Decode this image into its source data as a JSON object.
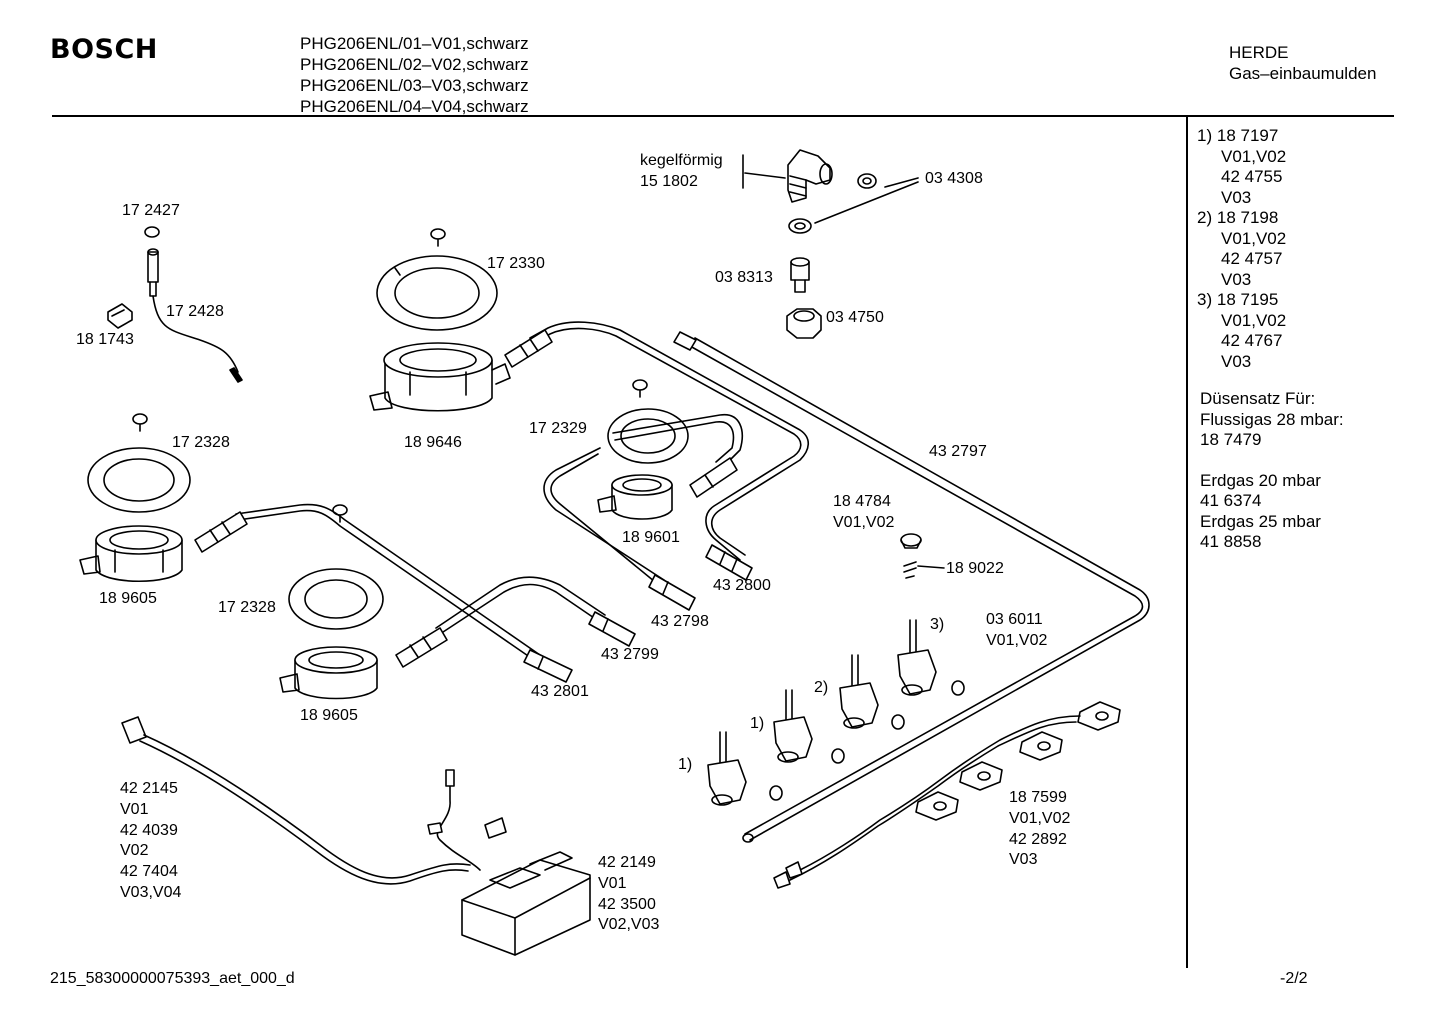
{
  "header": {
    "brand": "BOSCH",
    "models": [
      "PHG206ENL/01–V01,schwarz",
      "PHG206ENL/02–V02,schwarz",
      "PHG206ENL/03–V03,schwarz",
      "PHG206ENL/04–V04,schwarz"
    ],
    "category": "HERDE",
    "subcategory": "Gas–einbaumulden"
  },
  "legend": {
    "variants": [
      {
        "mark": "1)",
        "part": "18 7197",
        "v1": "V01,V02",
        "part2": "42 4755",
        "v2": "V03"
      },
      {
        "mark": "2)",
        "part": "18 7198",
        "v1": "V01,V02",
        "part2": "42 4757",
        "v2": "V03"
      },
      {
        "mark": "3)",
        "part": "18 7195",
        "v1": "V01,V02",
        "part2": "42 4767",
        "v2": "V03"
      }
    ],
    "nozzle_title": "Düsensatz Für:",
    "flussigas": "Flussigas 28 mbar:",
    "flussigas_part": "18 7479",
    "erdgas20": "Erdgas 20 mbar",
    "erdgas20_part": "41 6374",
    "erdgas25": "Erdgas 25 mbar",
    "erdgas25_part": "41 8858"
  },
  "parts": [
    {
      "id": "p1",
      "lines": [
        "kegelförmig",
        "15 1802"
      ]
    },
    {
      "id": "p2",
      "lines": [
        "03 4308"
      ]
    },
    {
      "id": "p3",
      "lines": [
        "03 8313"
      ]
    },
    {
      "id": "p4",
      "lines": [
        "03 4750"
      ]
    },
    {
      "id": "p5",
      "lines": [
        "17 2427"
      ]
    },
    {
      "id": "p6",
      "lines": [
        "17 2428"
      ]
    },
    {
      "id": "p7",
      "lines": [
        "18 1743"
      ]
    },
    {
      "id": "p8",
      "lines": [
        "17 2330"
      ]
    },
    {
      "id": "p9",
      "lines": [
        "18 9646"
      ]
    },
    {
      "id": "p10",
      "lines": [
        "17 2328"
      ]
    },
    {
      "id": "p11",
      "lines": [
        "18 9605"
      ]
    },
    {
      "id": "p12",
      "lines": [
        "17 2329"
      ]
    },
    {
      "id": "p13",
      "lines": [
        "18 9601"
      ]
    },
    {
      "id": "p14",
      "lines": [
        "43 2797"
      ]
    },
    {
      "id": "p15",
      "lines": [
        "18 4784",
        "V01,V02"
      ]
    },
    {
      "id": "p16",
      "lines": [
        "18 9022"
      ]
    },
    {
      "id": "p17",
      "lines": [
        "43 2800"
      ]
    },
    {
      "id": "p18",
      "lines": [
        "43 2798"
      ]
    },
    {
      "id": "p19",
      "lines": [
        "17 2328"
      ]
    },
    {
      "id": "p20",
      "lines": [
        "43 2799"
      ]
    },
    {
      "id": "p21",
      "lines": [
        "18 9605"
      ]
    },
    {
      "id": "p22",
      "lines": [
        "43 2801"
      ]
    },
    {
      "id": "p23",
      "lines": [
        "3)"
      ]
    },
    {
      "id": "p24",
      "lines": [
        "03 6011",
        "V01,V02"
      ]
    },
    {
      "id": "p25",
      "lines": [
        "2)"
      ]
    },
    {
      "id": "p26",
      "lines": [
        "1)"
      ]
    },
    {
      "id": "p27",
      "lines": [
        "1)"
      ]
    },
    {
      "id": "p28",
      "lines": [
        "42 2145",
        "V01",
        "42 4039",
        "V02",
        "42 7404",
        "V03,V04"
      ]
    },
    {
      "id": "p29",
      "lines": [
        "42 2149",
        "V01",
        "42 3500",
        "V02,V03"
      ]
    },
    {
      "id": "p30",
      "lines": [
        "18 7599",
        "V01,V02",
        "42 2892",
        "V03"
      ]
    }
  ],
  "footer": {
    "doc_id": "215_58300000075393_aet_000_d",
    "page": "-2/2"
  }
}
